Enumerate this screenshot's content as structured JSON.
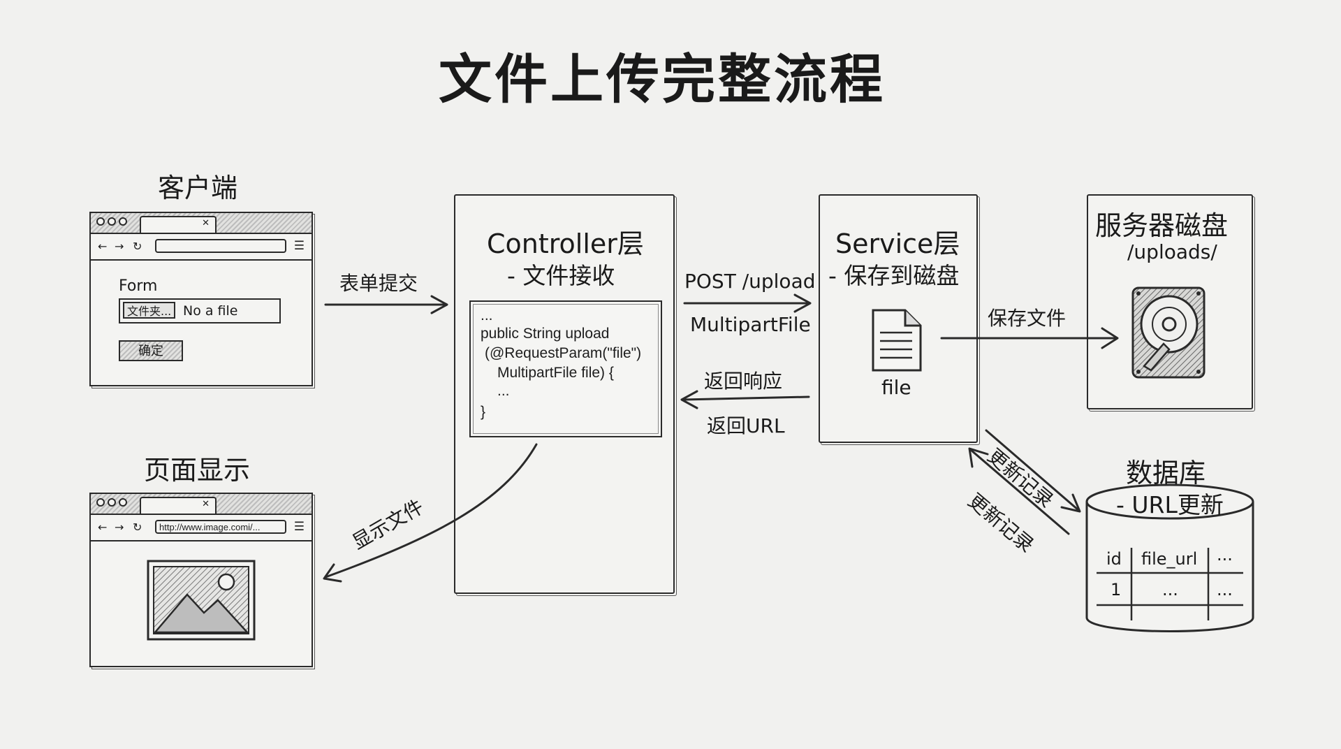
{
  "title": "文件上传完整流程",
  "client": {
    "heading": "客户端",
    "form_label": "Form",
    "file_button": "文件夹...",
    "file_status": "No a file",
    "submit_button": "确定"
  },
  "display": {
    "heading": "页面显示",
    "url": "http://www.image.comi/..."
  },
  "controller": {
    "title": "Controller层",
    "subtitle": "- 文件接收",
    "code": [
      "...",
      "public String upload",
      "(@RequestParam(\"file\")",
      "MultipartFile file) {",
      "...",
      "}"
    ]
  },
  "service": {
    "title": "Service层",
    "subtitle": "- 保存到磁盘",
    "file_label": "file"
  },
  "disk": {
    "title": "服务器磁盘",
    "path": "/uploads/"
  },
  "database": {
    "title": "数据库",
    "subtitle": "- URL更新",
    "table": {
      "headers": [
        "id",
        "file_url",
        "..."
      ],
      "row": [
        "1",
        "...",
        "..."
      ]
    }
  },
  "arrows": {
    "form_submit": "表单提交",
    "post_upload": "POST /upload",
    "multipart_file": "MultipartFile",
    "return_response": "返回响应",
    "return_url": "返回URL",
    "save_file": "保存文件",
    "update_record_1": "更新记录",
    "update_record_2": "更新记录",
    "display_file": "显示文件"
  }
}
